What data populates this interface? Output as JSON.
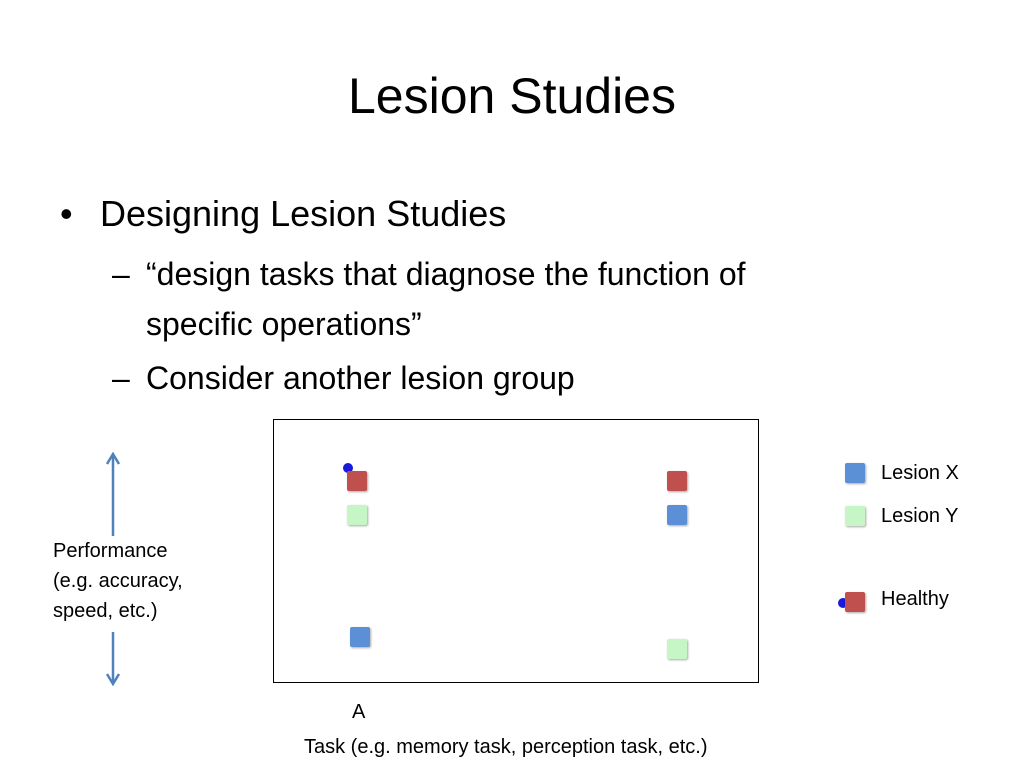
{
  "slide": {
    "title": "Lesion Studies",
    "bullet": "Designing Lesion Studies",
    "bullet_marker": "•",
    "sub_marker": "–",
    "sub_bullets": [
      "“design tasks that diagnose the function of specific operations”",
      "Consider another lesion group"
    ]
  },
  "figure": {
    "y_label_lines": [
      "Performance",
      "(e.g. accuracy,",
      "speed, etc.)"
    ],
    "x_label": "Task (e.g. memory task, perception task, etc.)",
    "task_label": "A",
    "colors": {
      "lesion_x": "#5b8fd6",
      "lesion_y": "#c6f5c6",
      "healthy": "#c0504d",
      "dot": "#1a1adb",
      "arrow": "#4f81bd"
    },
    "legend": [
      {
        "label": "Lesion X",
        "color_key": "lesion_x"
      },
      {
        "label": "Lesion Y",
        "color_key": "lesion_y"
      },
      {
        "label": "Healthy",
        "color_key": "healthy"
      }
    ]
  }
}
